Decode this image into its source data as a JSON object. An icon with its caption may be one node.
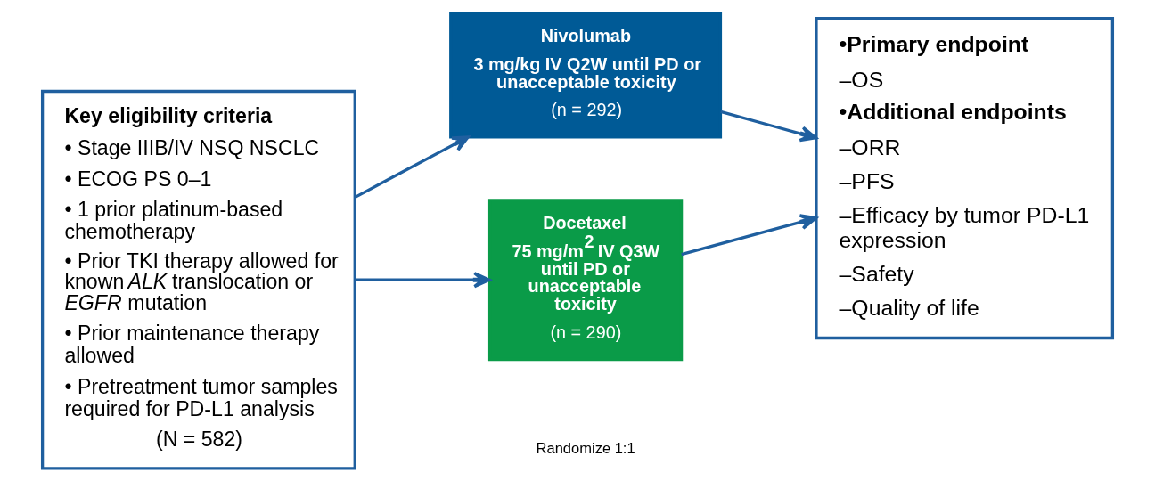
{
  "diagram": {
    "nodes": [
      {
        "text": [
          "Key eligibility criteria",
          "• Stage IIIB/IV NSQ NSCLC",
          "• ECOG PS 0–1",
          "• 1 prior platinum-based chemotherapy",
          "• Prior TKI therapy allowed for known *ALK* translocation or *EGFR* mutation",
          "• Prior maintenance therapy allowed",
          "• Pretreatment tumor samples required for PD-L1 analysis",
          "(N = 582)"
        ]
      },
      {
        "text": [
          "Nivolumab",
          "3 mg/kg IV Q2W until PD or unacceptable toxicity",
          "(n = 292)"
        ]
      },
      {
        "text": [
          "Docetaxel",
          "75 mg/m$^{2}$ IV Q3W until PD or unacceptable toxicity",
          "(n = 290)"
        ]
      },
      {
        "text": [
          "•Primary endpoint",
          "–OS",
          "•Additional endpoints",
          "–ORR",
          "–PFS",
          "–Efficacy by tumor PD-L1 expression",
          "–Safety",
          "–Quality of life"
        ]
      }
    ],
    "edges": [
      {
        "from": 0,
        "to": 1,
        "arrow": "to"
      },
      {
        "from": 0,
        "to": 2,
        "arrow": "to"
      },
      {
        "from": 1,
        "to": 3,
        "arrow": "to"
      },
      {
        "from": 2,
        "to": 3,
        "arrow": "to"
      }
    ],
    "labels": [
      "Randomize 1:1"
    ]
  }
}
